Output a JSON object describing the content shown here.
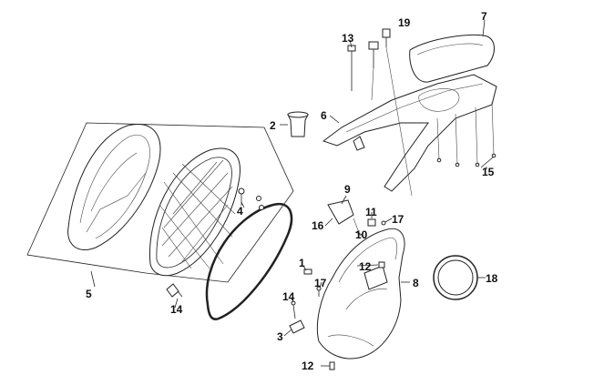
{
  "diagram": {
    "parts": [
      {
        "id": "callout-1",
        "label": "1"
      },
      {
        "id": "callout-2",
        "label": "2"
      },
      {
        "id": "callout-3",
        "label": "3"
      },
      {
        "id": "callout-4",
        "label": "4"
      },
      {
        "id": "callout-5",
        "label": "5"
      },
      {
        "id": "callout-6",
        "label": "6"
      },
      {
        "id": "callout-7",
        "label": "7"
      },
      {
        "id": "callout-8",
        "label": "8"
      },
      {
        "id": "callout-9",
        "label": "9"
      },
      {
        "id": "callout-10",
        "label": "10"
      },
      {
        "id": "callout-11",
        "label": "11"
      },
      {
        "id": "callout-12a",
        "label": "12"
      },
      {
        "id": "callout-12b",
        "label": "12"
      },
      {
        "id": "callout-13",
        "label": "13"
      },
      {
        "id": "callout-14a",
        "label": "14"
      },
      {
        "id": "callout-14b",
        "label": "14"
      },
      {
        "id": "callout-15",
        "label": "15"
      },
      {
        "id": "callout-16",
        "label": "16"
      },
      {
        "id": "callout-17a",
        "label": "17"
      },
      {
        "id": "callout-17b",
        "label": "17"
      },
      {
        "id": "callout-18",
        "label": "18"
      },
      {
        "id": "callout-19",
        "label": "19"
      }
    ]
  }
}
